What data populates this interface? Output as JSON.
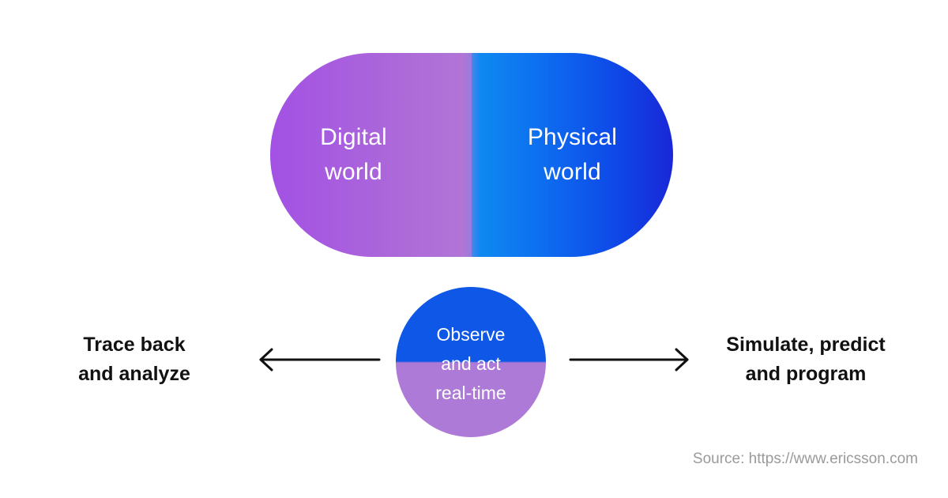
{
  "pill": {
    "left_label_line1": "Digital",
    "left_label_line2": "world",
    "right_label_line1": "Physical",
    "right_label_line2": "world"
  },
  "center": {
    "line1": "Observe",
    "line2": "and act",
    "line3": "real-time"
  },
  "left_side": {
    "line1": "Trace back",
    "line2": "and analyze"
  },
  "right_side": {
    "line1": "Simulate, predict",
    "line2": "and program"
  },
  "source": "Source: https://www.ericsson.com",
  "colors": {
    "digital": "#ad6bd8",
    "physical": "#0f45e6",
    "observe_top": "#0f57e6",
    "observe_bottom": "#ad7ad7"
  }
}
